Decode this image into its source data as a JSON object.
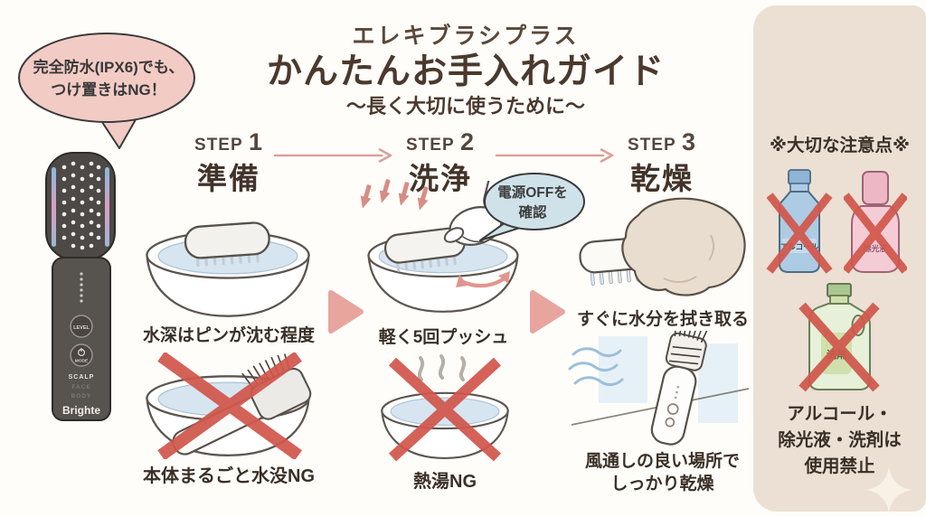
{
  "header": {
    "brand_line": "エレキブラシプラス",
    "title": "かんたんお手入れガイド",
    "subtitle": "〜長く大切に使うために〜"
  },
  "callout": {
    "line1": "完全防水(IPX6)でも、",
    "line2": "つけ置きはNG！"
  },
  "product": {
    "brand": "Brighte",
    "button_level": "LEVEL",
    "button_mode": "MODE",
    "modes": [
      "SCALP",
      "FACE",
      "BODY"
    ]
  },
  "steps": [
    {
      "label": "STEP",
      "number": "1",
      "title": "準備",
      "caption_top": "水深はピンが沈む程度",
      "caption_bottom": "本体まるごと水没NG"
    },
    {
      "label": "STEP",
      "number": "2",
      "title": "洗浄",
      "bubble_line1": "電源OFFを",
      "bubble_line2": "確認",
      "caption_top": "軽く5回プッシュ",
      "caption_bottom": "熱湯NG"
    },
    {
      "label": "STEP",
      "number": "3",
      "title": "乾燥",
      "caption_top": "すぐに水分を拭き取る",
      "caption_bottom_line1": "風通しの良い場所で",
      "caption_bottom_line2": "しっかり乾燥"
    }
  ],
  "sidebar": {
    "heading": "※大切な注意点※",
    "bottles": [
      {
        "label": "アルコール"
      },
      {
        "label": "除光液"
      },
      {
        "label": "洗剤"
      }
    ],
    "note_line1": "アルコール・",
    "note_line2": "除光液・洗剤は",
    "note_line3": "使用禁止"
  },
  "colors": {
    "accent_pink": "#e7a59e",
    "ng_red": "#d1574c",
    "callout_pink": "#f3cbc5",
    "bubble_blue": "#cfe2e9",
    "sidebar_beige": "#ebe0d3",
    "water_blue": "#d7e5f0",
    "text_brown": "#4b392d"
  }
}
